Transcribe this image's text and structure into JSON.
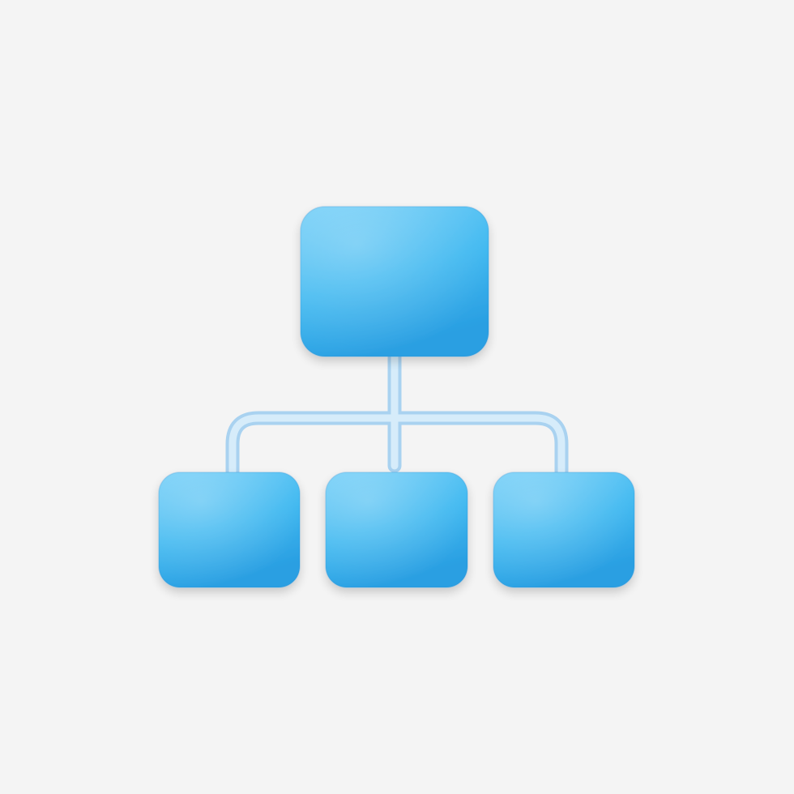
{
  "icon": {
    "name": "hierarchy-icon",
    "nodes": [
      {
        "id": "root",
        "level": 0
      },
      {
        "id": "child-left",
        "level": 1
      },
      {
        "id": "child-center",
        "level": 1
      },
      {
        "id": "child-right",
        "level": 1
      }
    ]
  },
  "colors": {
    "background": "#f4f4f4",
    "node_light": "#6fcdf7",
    "node_mid": "#3fb8f0",
    "node_dark": "#2a9fe2",
    "node_edge": "#2588cf",
    "connector_light": "#d6ecfa",
    "connector_dark": "#a9d2f0"
  }
}
